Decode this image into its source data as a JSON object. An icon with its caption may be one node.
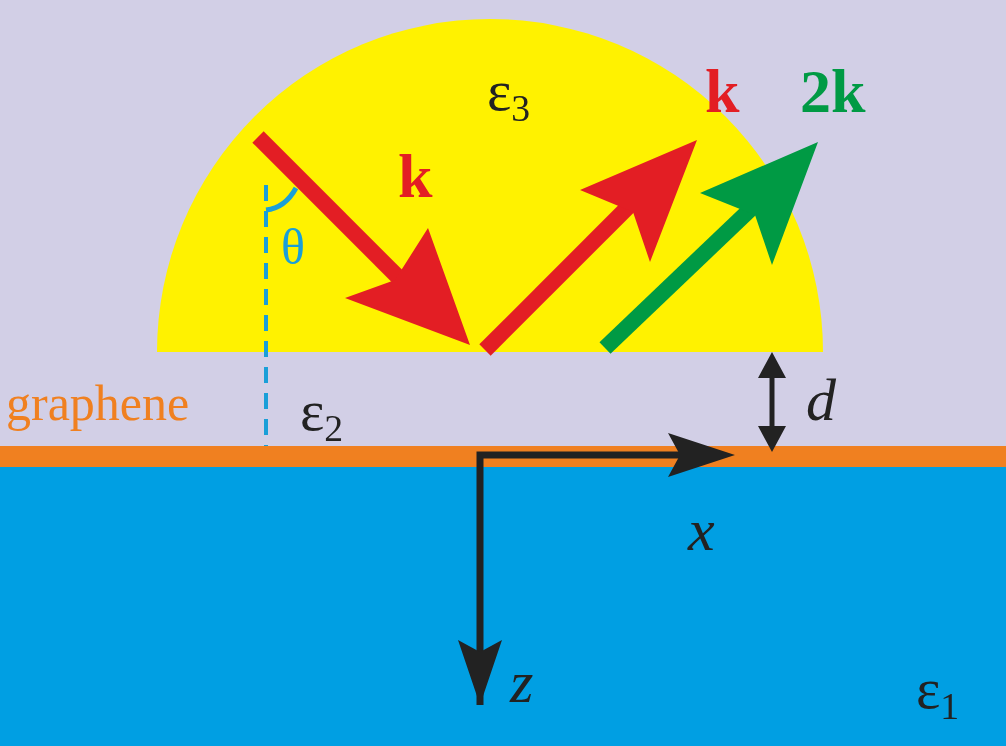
{
  "diagram": {
    "labels": [
      "ε$_{3}$",
      "k",
      "k",
      "2k",
      "θ",
      "graphene",
      "ε$_{2}$",
      "d",
      "x",
      "z",
      "ε$_{1}$"
    ]
  }
}
